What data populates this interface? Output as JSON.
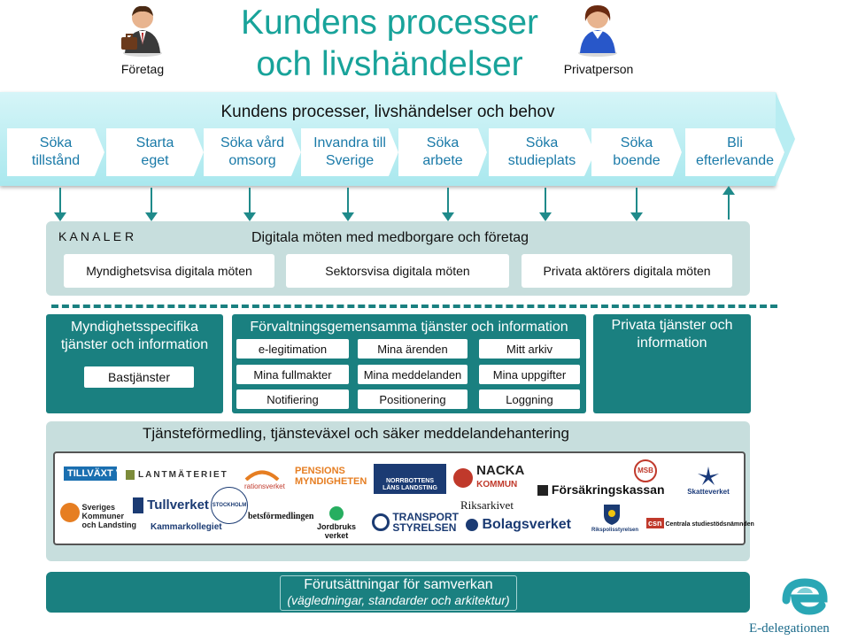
{
  "title": {
    "line1": "Kundens processer",
    "line2": "och livshändelser"
  },
  "actors": {
    "company": "Företag",
    "private": "Privatperson"
  },
  "processes": {
    "heading": "Kundens processer, livshändelser och behov",
    "items": [
      "Söka tillstånd",
      "Starta eget",
      "Söka vård omsorg",
      "Invandra till Sverige",
      "Söka arbete",
      "Söka studieplats",
      "Söka boende",
      "Bli efterlevande"
    ]
  },
  "channels": {
    "label": "K A N A L E R",
    "heading": "Digitala möten med medborgare och företag",
    "boxes": [
      "Myndighetsvisa digitala möten",
      "Sektorsvisa digitala möten",
      "Privata aktörers digitala möten"
    ]
  },
  "services": {
    "agency": {
      "title": "Myndighetsspecifika tjänster och information",
      "base": "Bastjänster"
    },
    "shared": {
      "title": "Förvaltningsgemensamma tjänster och information",
      "chips": [
        "e-legitimation",
        "Mina ärenden",
        "Mitt arkiv",
        "Mina fullmakter",
        "Mina meddelanden",
        "Mina uppgifter",
        "Notifiering",
        "Positionering",
        "Loggning"
      ]
    },
    "private": {
      "title": "Privata tjänster och information"
    }
  },
  "brokering": {
    "heading": "Tjänsteförmedling, tjänsteväxel och säker meddelandehantering",
    "logos": [
      "TILLVÄXT VERKET",
      "LANTMÄTERIET",
      "rationsverket",
      "PENSIONS MYNDIGHETEN",
      "NORRBOTTENS LÄNS LANDSTING",
      "NACKA KOMMUN",
      "MSB",
      "Sveriges Kommuner och Landsting",
      "Tullverket",
      "Kammarkollegiet",
      "STOCKHOLMS STAD",
      "betsförmedlingen",
      "Jordbruks verket",
      "TRANSPORT STYRELSEN",
      "Riksarkivet",
      "Bolagsverket",
      "Försäkringskassan",
      "Rikspolisstyrelsen",
      "Skatteverket",
      "CSN Centrala studiestödsnämnden"
    ]
  },
  "prerequisites": {
    "title": "Förutsättningar för samverkan",
    "subtitle": "(vägledningar, standarder och arkitektur)"
  },
  "brand": {
    "name": "E-delegationen"
  },
  "colors": {
    "accent": "#18a39a",
    "teal": "#1a8080",
    "panel": "#c7dedd"
  }
}
